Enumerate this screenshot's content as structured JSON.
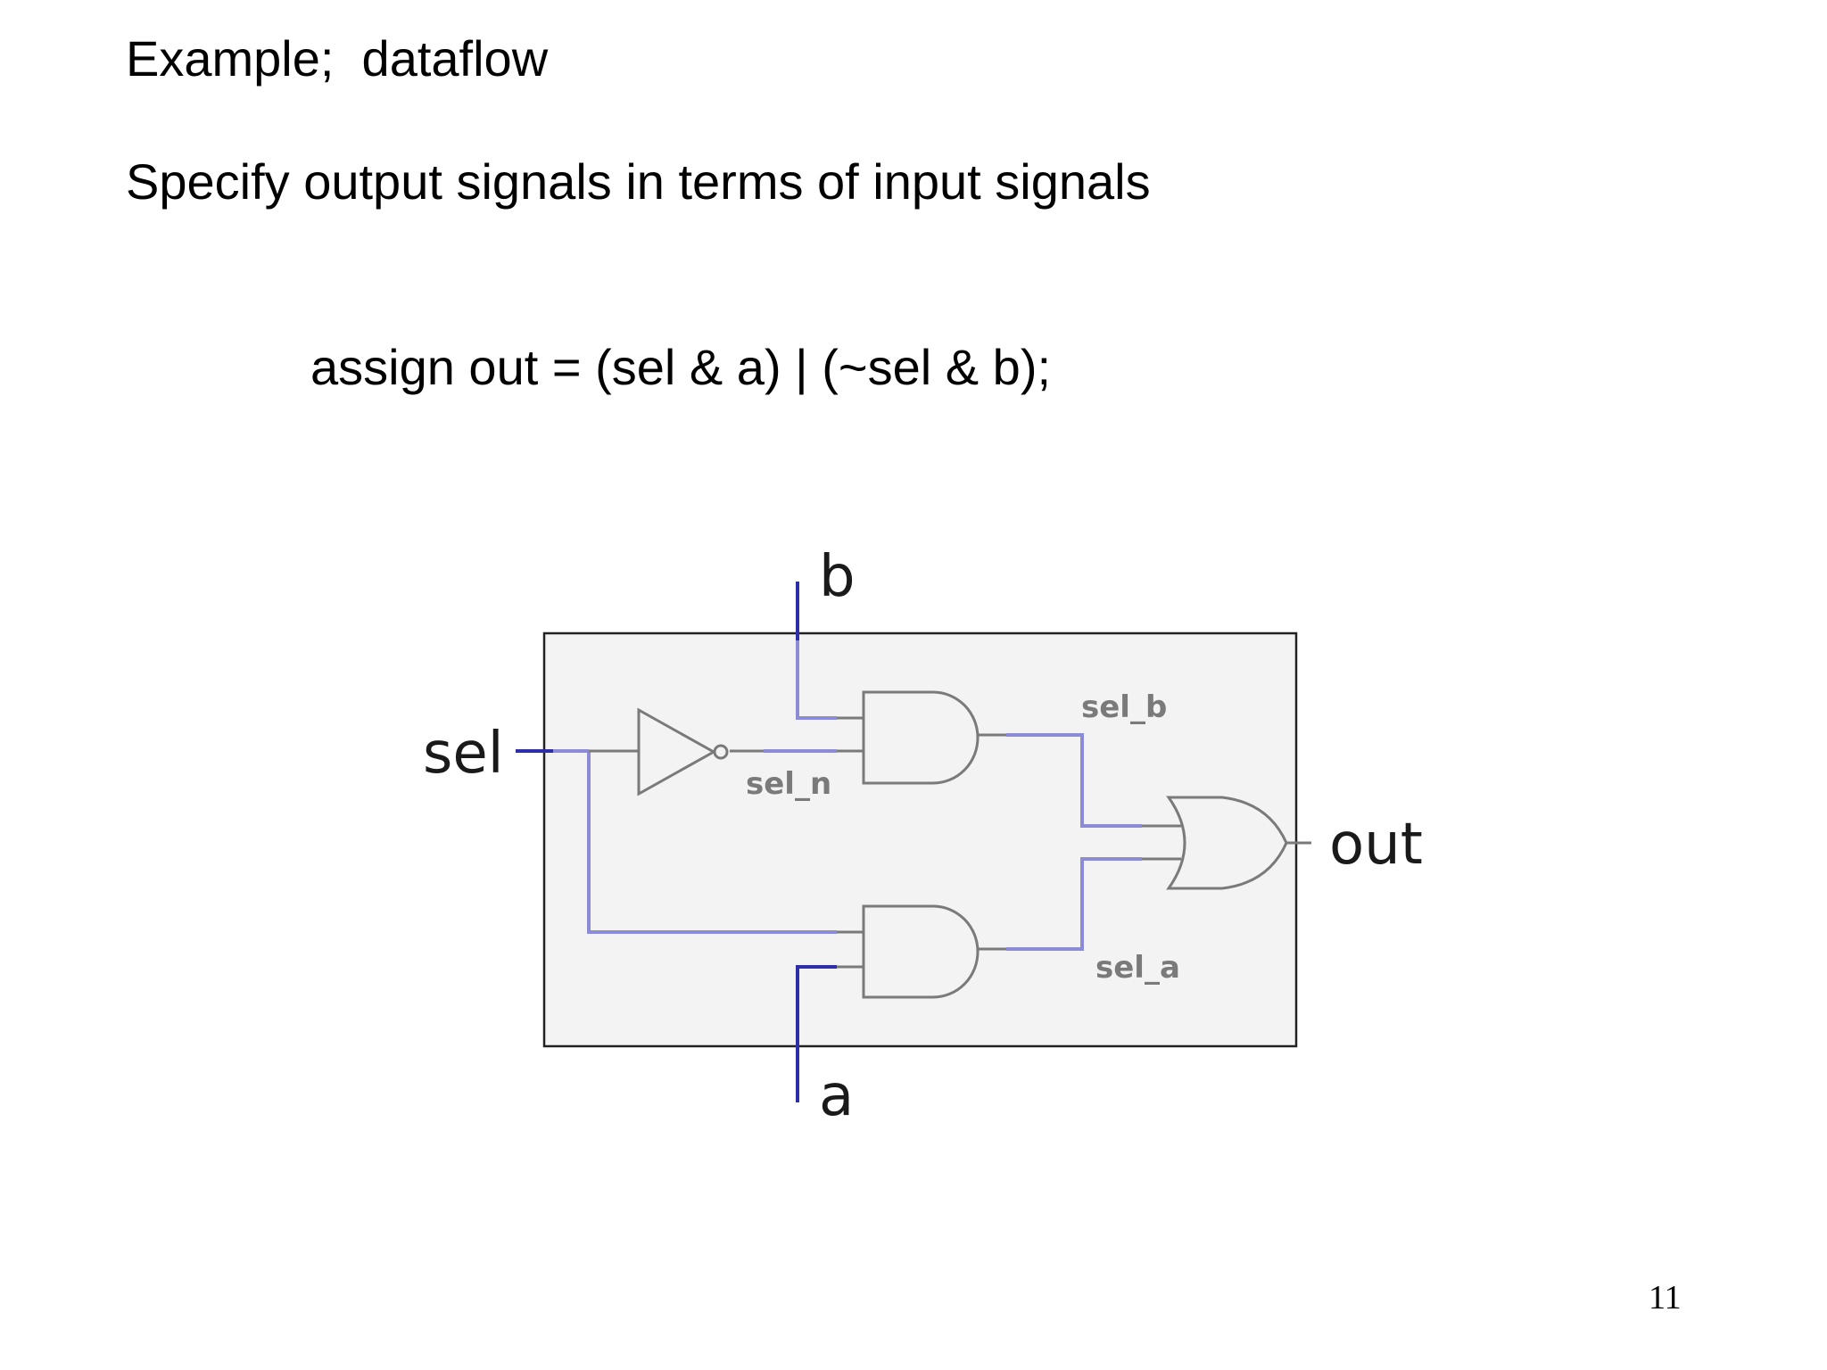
{
  "slide": {
    "title": "Example;  dataflow",
    "subtitle": "Specify output signals in terms of input signals",
    "code": "assign out = (sel & a) | (~sel & b);",
    "page_number": "11"
  },
  "circuit": {
    "ports": {
      "sel": "sel",
      "a": "a",
      "b": "b",
      "out": "out"
    },
    "wires": {
      "sel_n": "sel_n",
      "sel_b": "sel_b",
      "sel_a": "sel_a"
    },
    "gates": [
      "not-gate",
      "and-gate-b",
      "and-gate-a",
      "or-gate"
    ],
    "colors": {
      "input_wire": "#2e2ea8",
      "internal_wire": "#8c8cd6",
      "gate_stroke": "#7a7a7a",
      "module_fill": "#f3f3f3",
      "module_border": "#222222"
    }
  }
}
